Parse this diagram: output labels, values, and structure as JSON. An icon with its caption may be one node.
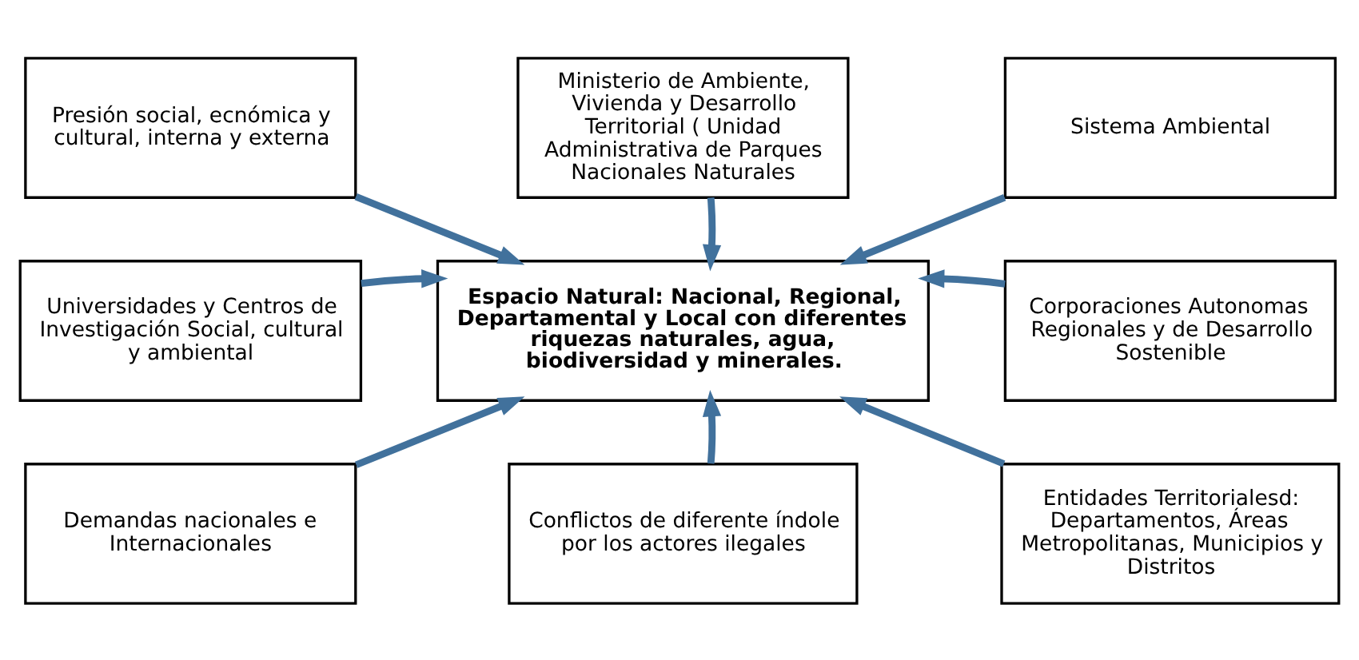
{
  "diagram": {
    "nodes": [
      {
        "text": [
          "Presión social, ecnómica y cultural, interna y externa"
        ]
      },
      {
        "text": [
          "Ministerio de Ambiente, Vivienda y Desarrollo Territorial ( Unidad Administrativa de Parques Nacionales Naturales"
        ]
      },
      {
        "text": [
          "Sistema Ambiental"
        ]
      },
      {
        "text": [
          "Universidades y Centros de Investigación Social, cultural y ambiental"
        ]
      },
      {
        "text": [
          "Espacio Natural: Nacional, Regional, Departamental y Local con diferentes riquezas naturales, agua, biodiversidad y minerales."
        ]
      },
      {
        "text": [
          "Corporaciones Autonomas Regionales y de Desarrollo Sostenible"
        ]
      },
      {
        "text": [
          "Demandas nacionales e Internacionales"
        ]
      },
      {
        "text": [
          "Conflictos de diferente índole por los actores ilegales"
        ]
      },
      {
        "text": [
          "Entidades Territorialesd: Departamentos, Áreas Metropolitanas, Municipios y Distritos"
        ]
      }
    ],
    "edges": [
      {
        "from": 0,
        "to": 4,
        "arrow": "to"
      },
      {
        "from": 1,
        "to": 4,
        "arrow": "to"
      },
      {
        "from": 2,
        "to": 4,
        "arrow": "to"
      },
      {
        "from": 3,
        "to": 4,
        "arrow": "to"
      },
      {
        "from": 5,
        "to": 4,
        "arrow": "to"
      },
      {
        "from": 6,
        "to": 4,
        "arrow": "to"
      },
      {
        "from": 7,
        "to": 4,
        "arrow": "to"
      },
      {
        "from": 8,
        "to": 4,
        "arrow": "to"
      }
    ]
  }
}
